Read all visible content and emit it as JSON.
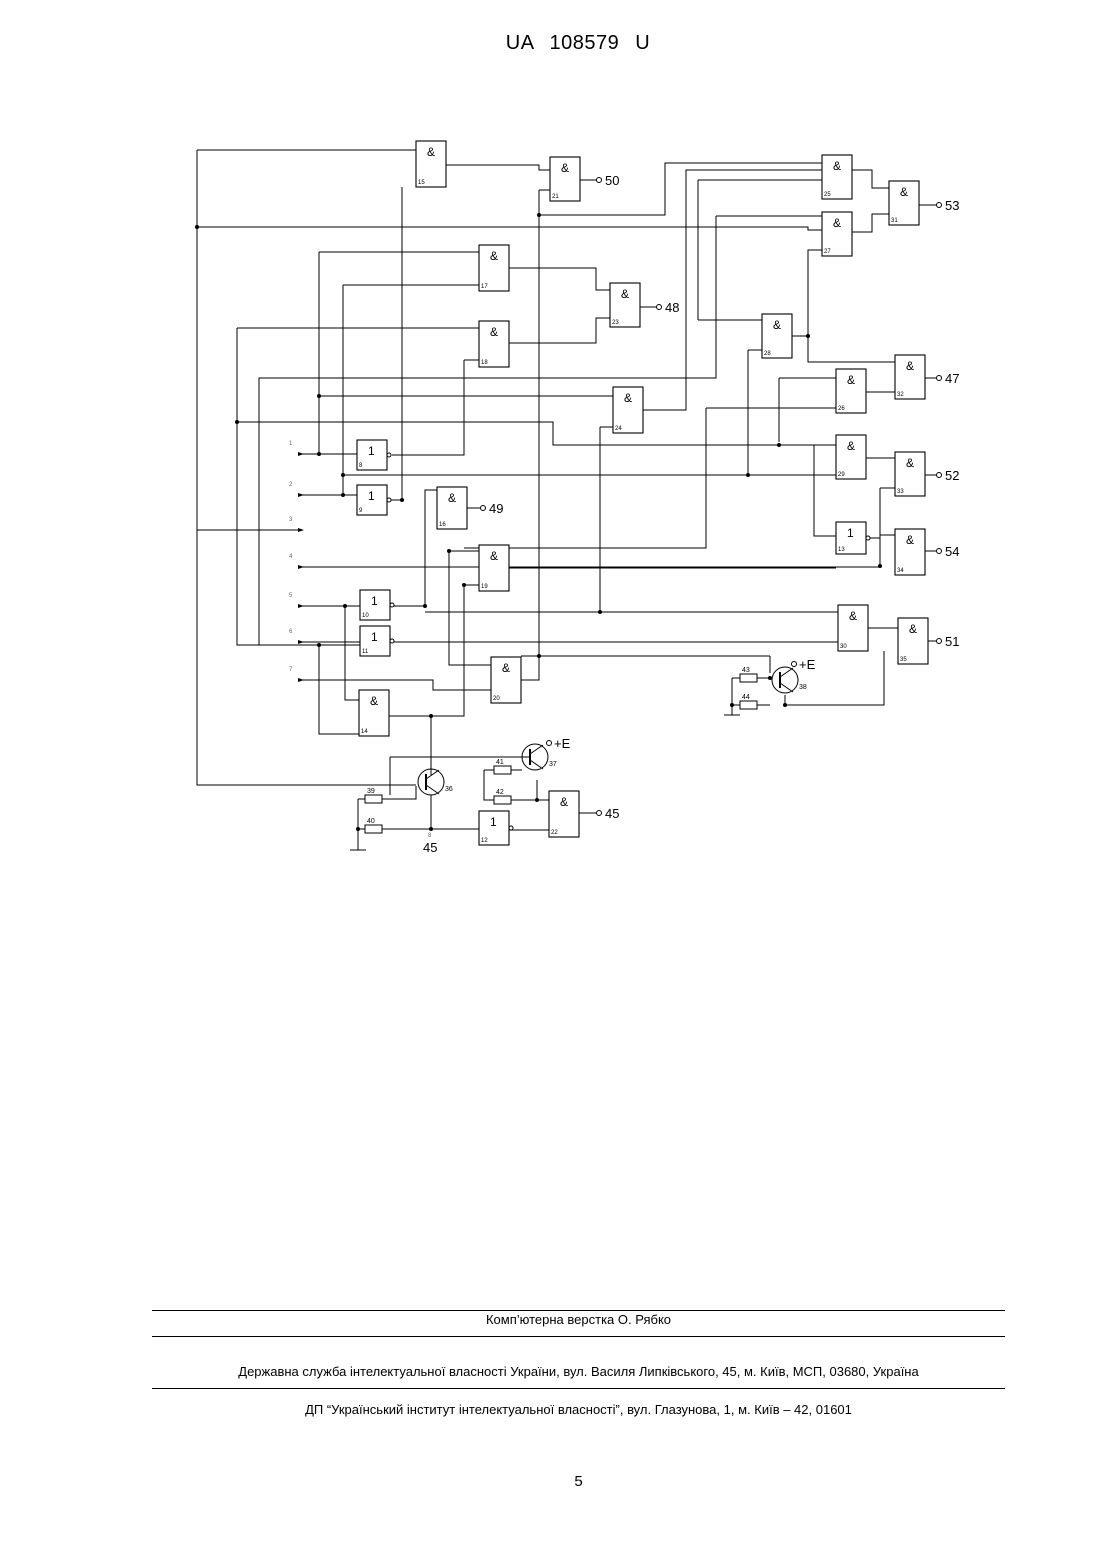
{
  "header": {
    "patent": "UA   108579   U"
  },
  "schematic": {
    "gate_and": "&",
    "gate_not": "1",
    "outputs": [
      "50",
      "53",
      "48",
      "47",
      "52",
      "49",
      "54",
      "51",
      "45"
    ],
    "gate_numbers": [
      "15",
      "21",
      "25",
      "27",
      "31",
      "17",
      "23",
      "18",
      "28",
      "32",
      "24",
      "26",
      "29",
      "33",
      "8",
      "9",
      "16",
      "13",
      "34",
      "19",
      "10",
      "11",
      "30",
      "35",
      "20",
      "14",
      "22",
      "12"
    ],
    "input_numbers": [
      "1",
      "2",
      "3",
      "4",
      "5",
      "6",
      "7"
    ],
    "power_label": "+E",
    "resistor_numbers": [
      "43",
      "44",
      "41",
      "42",
      "39",
      "40"
    ],
    "transistor_numbers": [
      "38",
      "37",
      "36"
    ],
    "node_labels": [
      "8",
      "45"
    ]
  },
  "footer": {
    "layout_credit": "Комп’ютерна верстка О. Рябко",
    "agency": "Державна служба інтелектуальної власності України, вул. Василя Липківського, 45, м. Київ, МСП, 03680, Україна",
    "institute": "ДП “Український інститут інтелектуальної власності”, вул. Глазунова, 1, м. Київ – 42, 01601",
    "page_number": "5"
  }
}
